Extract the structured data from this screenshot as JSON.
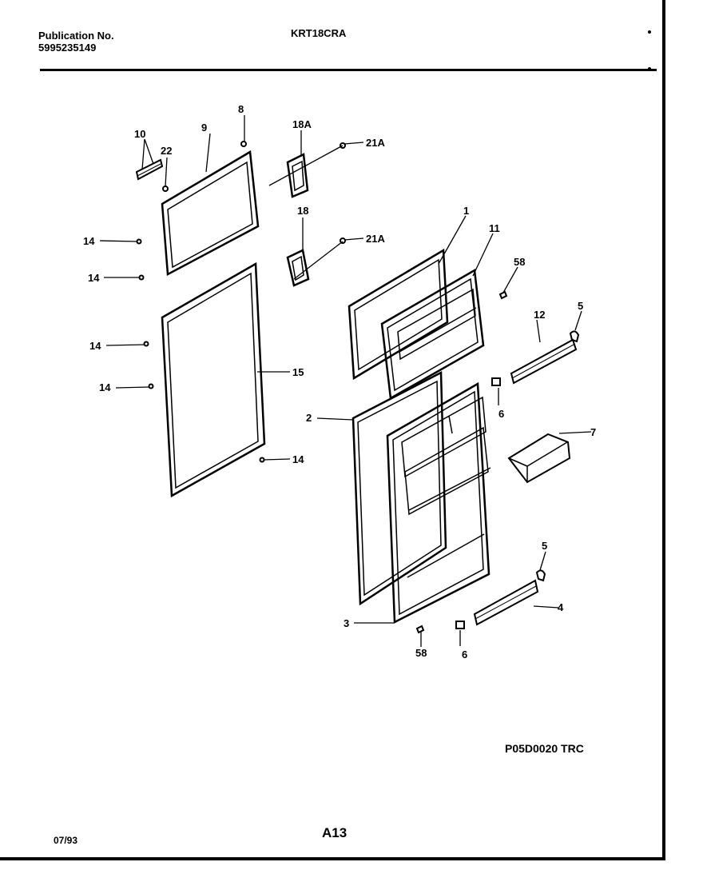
{
  "header": {
    "publication_label": "Publication No.",
    "publication_number": "5995235149",
    "model": "KRT18CRA"
  },
  "parts": [
    {
      "id": "c1",
      "label": "1"
    },
    {
      "id": "c2",
      "label": "2"
    },
    {
      "id": "c3",
      "label": "3"
    },
    {
      "id": "c4",
      "label": "4"
    },
    {
      "id": "c5a",
      "label": "5"
    },
    {
      "id": "c5b",
      "label": "5"
    },
    {
      "id": "c6a",
      "label": "6"
    },
    {
      "id": "c6b",
      "label": "6"
    },
    {
      "id": "c7",
      "label": "7"
    },
    {
      "id": "c8",
      "label": "8"
    },
    {
      "id": "c9",
      "label": "9"
    },
    {
      "id": "c10",
      "label": "10"
    },
    {
      "id": "c11",
      "label": "11"
    },
    {
      "id": "c12",
      "label": "12"
    },
    {
      "id": "c14a",
      "label": "14"
    },
    {
      "id": "c14b",
      "label": "14"
    },
    {
      "id": "c14c",
      "label": "14"
    },
    {
      "id": "c14d",
      "label": "14"
    },
    {
      "id": "c14e",
      "label": "14"
    },
    {
      "id": "c15",
      "label": "15"
    },
    {
      "id": "c18",
      "label": "18"
    },
    {
      "id": "c18a",
      "label": "18A"
    },
    {
      "id": "c21a1",
      "label": "21A"
    },
    {
      "id": "c21a2",
      "label": "21A"
    },
    {
      "id": "c22",
      "label": "22"
    },
    {
      "id": "c58a",
      "label": "58"
    },
    {
      "id": "c58b",
      "label": "58"
    }
  ],
  "footer": {
    "drawing_code": "P05D0020 TRC",
    "date": "07/93",
    "page": "A13"
  }
}
